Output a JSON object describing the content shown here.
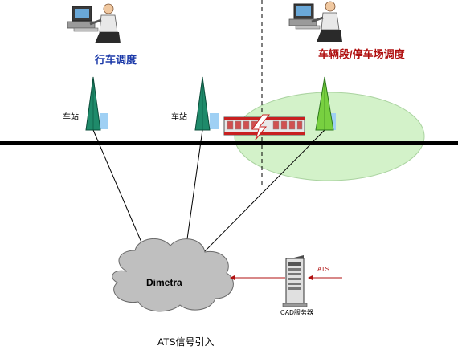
{
  "dispatch_left": {
    "label": "行车调度"
  },
  "dispatch_right": {
    "label": "车辆段/停车场调度"
  },
  "stations": [
    {
      "label": "车站"
    },
    {
      "label": "车站"
    }
  ],
  "cloud": {
    "label": "Dimetra"
  },
  "server": {
    "label": "CAD服务器",
    "signal_label": "ATS"
  },
  "caption": "ATS信号引入",
  "colors": {
    "blue_label": "#1c3aa9",
    "red_label": "#b01010",
    "tower": "#1f8a6a",
    "ellipse": "#ccf0c0"
  }
}
